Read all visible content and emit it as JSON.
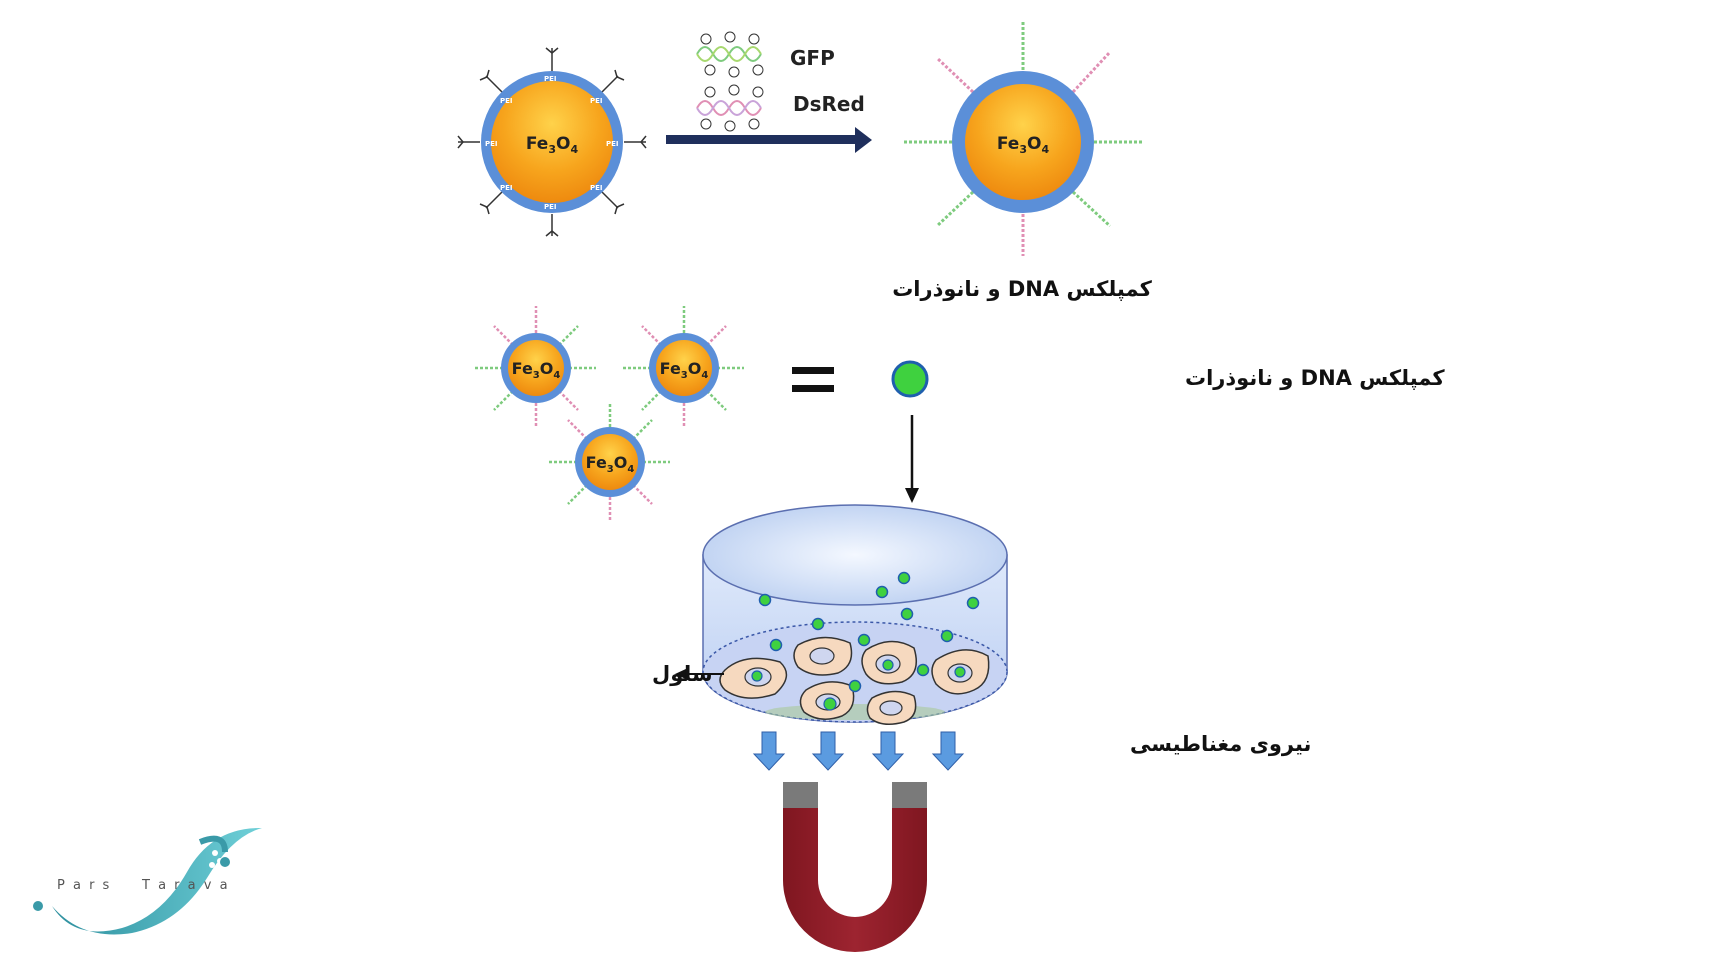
{
  "particle": {
    "label_main": "Fe",
    "label_sub1": "3",
    "label_mid": "O",
    "label_sub2": "4",
    "coat_label": "PEI"
  },
  "dna": {
    "gfp_label": "GFP",
    "dsred_label": "DsRed",
    "charge_symbol": "−"
  },
  "labels": {
    "complex_top": "کمپلکس DNA و نانوذرات",
    "complex_legend": "کمپلکس DNA و نانوذرات",
    "cell": "سلول",
    "magnetic_force": "نیروی مغناطیسی"
  },
  "logo": {
    "word1": "P a r s",
    "word2": "T a r a v a"
  },
  "colors": {
    "core_orange": "#f59a14",
    "coat_blue": "#5b8fd8",
    "gfp_green": "#7ecb7e",
    "dsred_pink": "#e08fb4",
    "complex_dot": "#3fd13f",
    "magnet_red": "#8e1b25",
    "magnet_pole": "#7a7a7a",
    "arrow_blue": "#5b9be0",
    "logo_teal": "#3a9aa8"
  }
}
